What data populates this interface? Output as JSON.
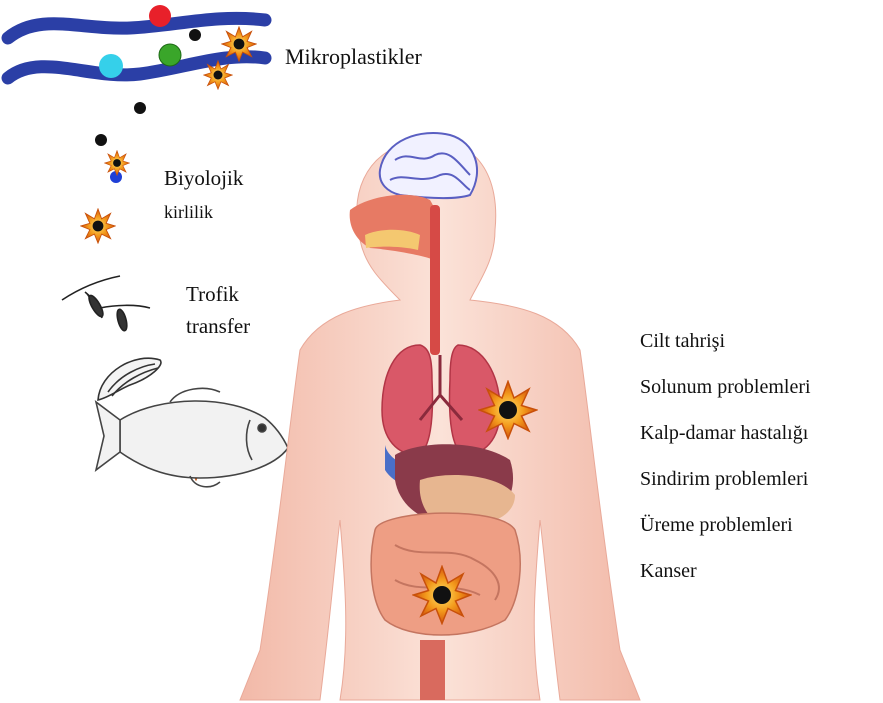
{
  "labels": {
    "microplastics": "Mikroplastikler",
    "biological": "Biyolojik",
    "pollution": "kirlilik",
    "trophic": "Trofik",
    "transfer": "transfer"
  },
  "health_effects": [
    "Cilt tahrişi",
    "Solunum problemleri",
    "Kalp-damar hastalığı",
    "Sindirim problemleri",
    "Üreme problemleri",
    "Kanser"
  ],
  "colors": {
    "water": "#2b3fa6",
    "particle_red": "#e8202a",
    "particle_cyan": "#35d0ea",
    "particle_green": "#3aa62a",
    "particle_black": "#111111",
    "particle_blue": "#1f3fd6",
    "burst_orange": "#f39a1c",
    "skin": "#f7cfc0",
    "lung": "#d95868",
    "intestine": "#ee9e84"
  },
  "icons": [
    "water-wave-icon",
    "explosion-burst-icon",
    "copepod-icon",
    "mussel-icon",
    "fish-icon",
    "human-body-icon"
  ]
}
